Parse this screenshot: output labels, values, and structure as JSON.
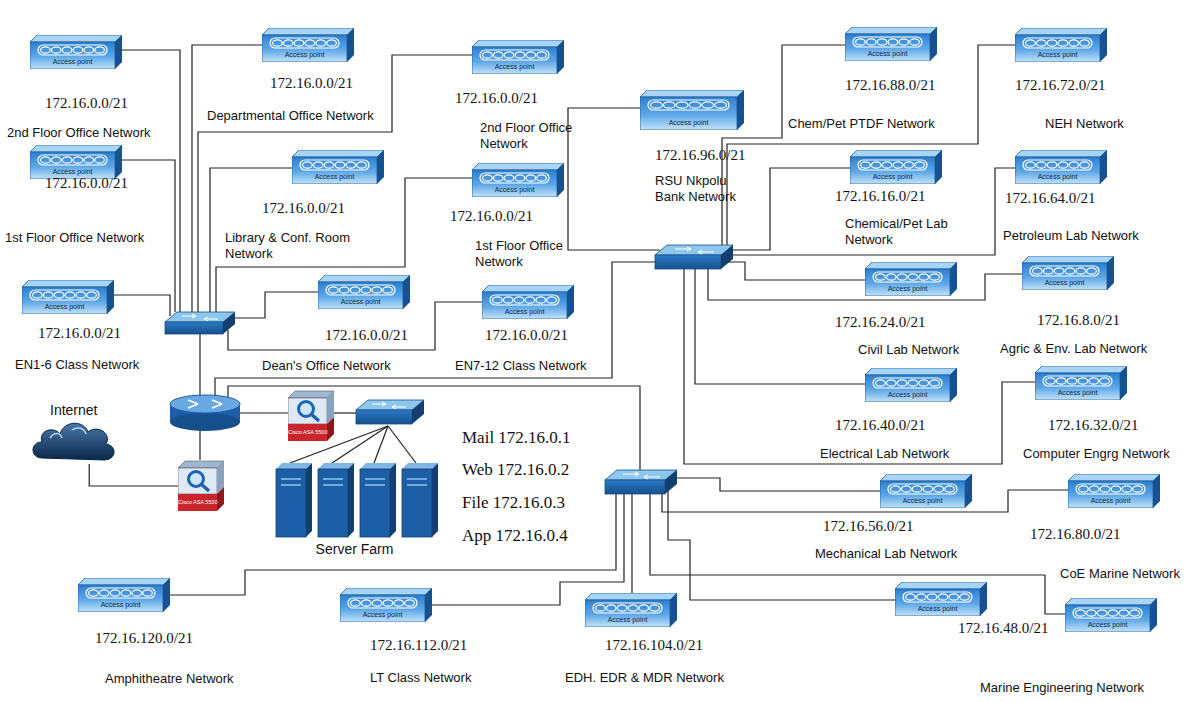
{
  "diagram": {
    "nodes": [
      {
        "text": [
          "Access point",
          "172.16.0.0/21",
          "2nd Floor Office Network"
        ]
      },
      {
        "text": [
          "Access point",
          "172.16.0.0/21",
          "Departmental Office Network"
        ]
      },
      {
        "text": [
          "Access point",
          "172.16.0.0/21",
          "2nd Floor Office Network"
        ]
      },
      {
        "text": [
          "Access point",
          "172.16.0.0/21",
          "1st Floor Office Network"
        ]
      },
      {
        "text": [
          "Access point",
          "172.16.0.0/21",
          "Library & Conf. Room Network"
        ]
      },
      {
        "text": [
          "Access point",
          "172.16.0.0/21",
          "1st Floor Office Network"
        ]
      },
      {
        "text": [
          "Access point",
          "172.16.0.0/21",
          "EN1-6 Class Network"
        ]
      },
      {
        "text": [
          "Access point",
          "172.16.0.0/21",
          "Dean's Office Network"
        ]
      },
      {
        "text": [
          "Access point",
          "172.16.0.0/21",
          "EN7-12 Class Network"
        ]
      },
      {
        "text": [
          "Access point",
          "172.16.96.0/21",
          "RSU Nkpolu Bank Network"
        ]
      },
      {
        "text": [
          "Access point",
          "172.16.88.0/21",
          "Chem/Pet PTDF Network"
        ]
      },
      {
        "text": [
          "Access point",
          "172.16.72.0/21",
          "NEH Network"
        ]
      },
      {
        "text": [
          "Access point",
          "172.16.16.0/21",
          "Chemical/Pet Lab Network"
        ]
      },
      {
        "text": [
          "Access point",
          "172.16.64.0/21",
          "Petroleum Lab Network"
        ]
      },
      {
        "text": [
          "Access point",
          "172.16.24.0/21",
          "Civil Lab Network"
        ]
      },
      {
        "text": [
          "Access point",
          "172.16.8.0/21",
          "Agric & Env. Lab Network"
        ]
      },
      {
        "text": [
          "Internet"
        ]
      },
      {
        "text": [
          "Cisco ASA 5500"
        ]
      },
      {
        "text": [
          "Access point",
          "172.16.40.0/21",
          "Electrical Lab Network"
        ]
      },
      {
        "text": [
          "Access point",
          "172.16.32.0/21",
          "Computer Engrg Network"
        ]
      },
      {
        "text": [
          "Cisco ASA 5500"
        ]
      },
      {
        "text": [
          "Server Farm"
        ]
      },
      {
        "text": [
          "Access point",
          "172.16.56.0/21",
          "Mechanical Lab Network"
        ]
      },
      {
        "text": [
          "Access point",
          "172.16.80.0/21",
          "CoE Marine Network"
        ]
      },
      {
        "text": [
          "Access point",
          "172.16.120.0/21",
          "Amphitheatre Network"
        ]
      },
      {
        "text": [
          "Access point",
          "172.16.112.0/21",
          "LT Class Network"
        ]
      },
      {
        "text": [
          "Access point",
          "172.16.104.0/21",
          "EDH. EDR & MDR Network"
        ]
      },
      {
        "text": [
          "Access point",
          "172.16.48.0/21",
          "Marine Engineering Network"
        ]
      },
      {
        "text": [
          "Access point"
        ]
      }
    ],
    "edges": [
      {
        "from": 16,
        "to": 20,
        "arrow": "none"
      }
    ],
    "labels": [
      "Mail 172.16.0.1",
      "Web 172.16.0.2",
      "File 172.16.0.3",
      "App 172.16.0.4"
    ]
  }
}
